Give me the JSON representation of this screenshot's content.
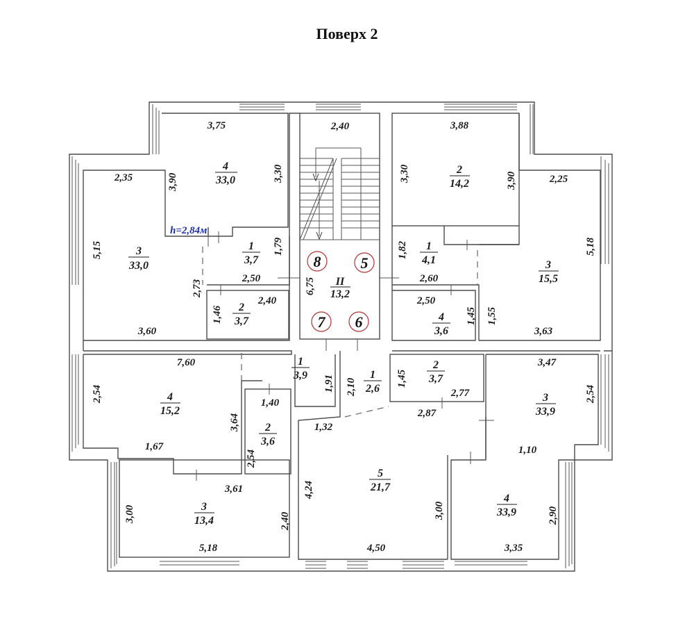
{
  "title": "Поверх 2",
  "ceiling_note": "h=2,84м",
  "colors": {
    "note": "#1c2fa6",
    "axis_circle": "#b03030",
    "wall": "#4a4a4a"
  },
  "axes": [
    "8",
    "5",
    "7",
    "6"
  ],
  "stair": {
    "num": "II",
    "area": "13,2",
    "dims": [
      "2,40",
      "6,75"
    ]
  },
  "rooms": {
    "nw4": {
      "num": "4",
      "area": "33,0",
      "dims": [
        "3,75",
        "3,90",
        "3,30"
      ]
    },
    "w3": {
      "num": "3",
      "area": "33,0",
      "dims": [
        "2,35",
        "5,15",
        "2,73",
        "3,60"
      ]
    },
    "w1": {
      "num": "1",
      "area": "3,7",
      "dims": [
        "1,79",
        "2,50"
      ]
    },
    "w2": {
      "num": "2",
      "area": "3,7",
      "dims": [
        "2,40",
        "1,46"
      ]
    },
    "ne2": {
      "num": "2",
      "area": "14,2",
      "dims": [
        "3,88",
        "3,30",
        "3,90"
      ]
    },
    "e3": {
      "num": "3",
      "area": "15,5",
      "dims": [
        "2,25",
        "5,18",
        "1,55",
        "3,63"
      ]
    },
    "e1": {
      "num": "1",
      "area": "4,1",
      "dims": [
        "1,82",
        "2,60"
      ]
    },
    "e4": {
      "num": "4",
      "area": "3,6",
      "dims": [
        "2,50",
        "1,45"
      ]
    },
    "sw4": {
      "num": "4",
      "area": "15,2",
      "dims": [
        "7,60",
        "2,54",
        "3,64",
        "1,67"
      ]
    },
    "s1a": {
      "num": "1",
      "area": "3,9",
      "dims": [
        "1,91"
      ]
    },
    "s2a": {
      "num": "2",
      "area": "3,6",
      "dims": [
        "1,40",
        "2,54"
      ]
    },
    "s3": {
      "num": "3",
      "area": "13,4",
      "dims": [
        "3,61",
        "3,00",
        "2,40",
        "5,18"
      ]
    },
    "s1b": {
      "num": "1",
      "area": "2,6",
      "dims": [
        "2,10",
        "1,32"
      ]
    },
    "s5": {
      "num": "5",
      "area": "21,7",
      "dims": [
        "4,24",
        "3,00",
        "4,50"
      ]
    },
    "s2b": {
      "num": "2",
      "area": "3,7",
      "dims": [
        "1,45",
        "2,77",
        "2,87"
      ]
    },
    "se3": {
      "num": "3",
      "area": "33,9",
      "dims": [
        "3,47",
        "2,54",
        "1,10"
      ]
    },
    "se4": {
      "num": "4",
      "area": "33,9",
      "dims": [
        "2,90",
        "3,35"
      ]
    }
  }
}
